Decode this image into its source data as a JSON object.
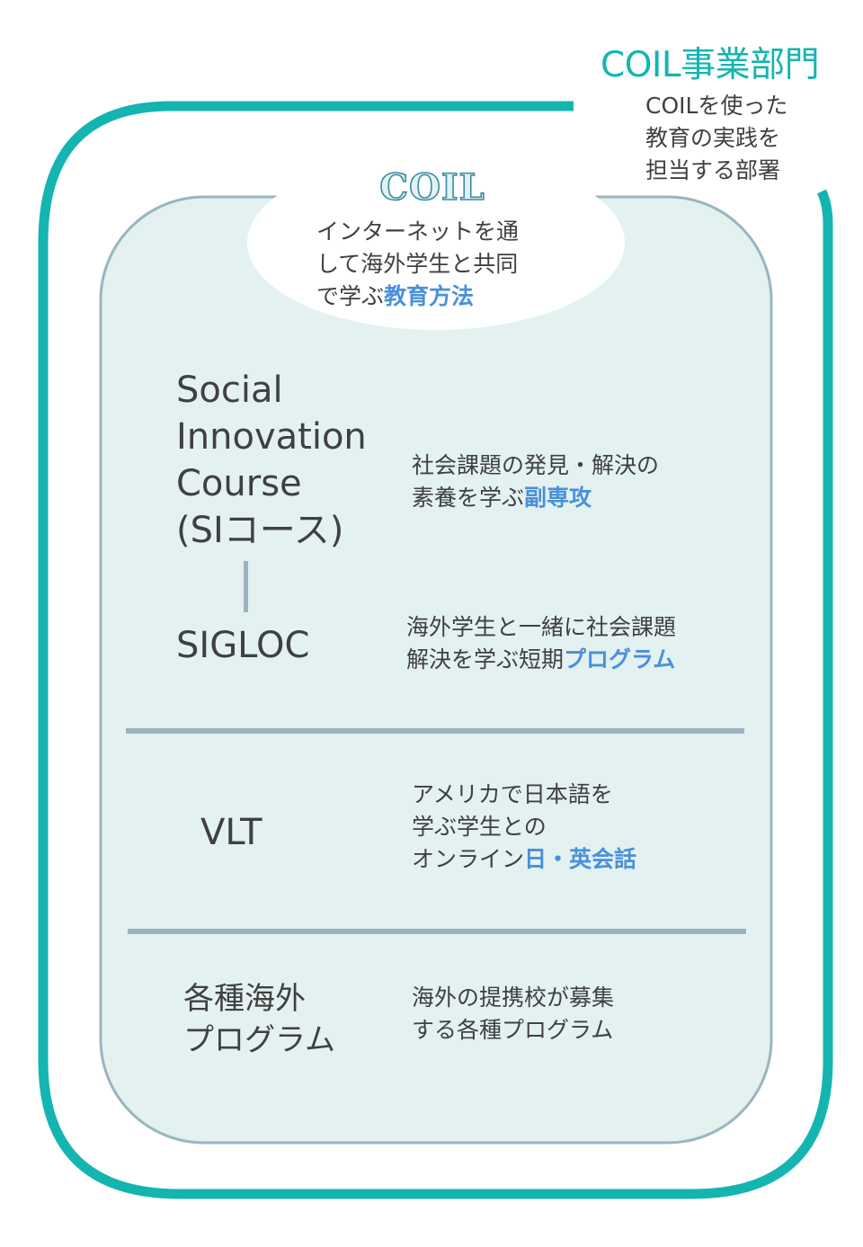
{
  "department": {
    "title": "COIL事業部門",
    "description_lines": [
      "COILを使った",
      "教育の実践を",
      "担当する部署"
    ]
  },
  "coil_bubble": {
    "logo": "COIL",
    "lines": [
      "インターネットを通",
      "して海外学生と共同"
    ],
    "last_line_plain": "で学ぶ",
    "last_line_highlight": "教育方法"
  },
  "programs": [
    {
      "name_lines": [
        "Social",
        "Innovation",
        "Course",
        "(SIコース)"
      ],
      "desc_line1": "社会課題の発見・解決の",
      "desc_line2_plain": "素養を学ぶ",
      "desc_line2_highlight": "副専攻"
    },
    {
      "name": "SIGLOC",
      "desc_line1": "海外学生と一緒に社会課題",
      "desc_line2_plain": "解決を学ぶ短期",
      "desc_line2_highlight": "プログラム"
    },
    {
      "name": "VLT",
      "desc_line1": "アメリカで日本語を",
      "desc_line2": "学ぶ学生との",
      "desc_line3_plain": "オンライン",
      "desc_line3_highlight": "日・英会話"
    },
    {
      "name_lines": [
        "各種海外",
        "プログラム"
      ],
      "desc_line1": "海外の提携校が募集",
      "desc_line2": "する各種プログラム"
    }
  ],
  "colors": {
    "teal": "#14b5b0",
    "inner_fill": "#e3f1f1",
    "inner_border": "#9bb5c0",
    "highlight_blue": "#4a90d9",
    "text": "#404040"
  }
}
